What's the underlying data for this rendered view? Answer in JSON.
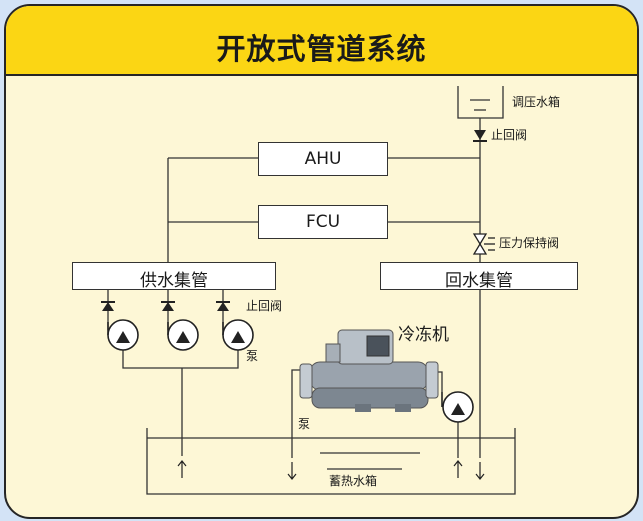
{
  "title": "开放式管道系统",
  "labels": {
    "tank_top": "调压水箱",
    "check_valve_top": "止回阀",
    "ahu": "AHU",
    "fcu": "FCU",
    "pressure_valve": "压力保持阀",
    "supply_header": "供水集管",
    "return_header": "回水集管",
    "check_valve_pumps": "止回阀",
    "pump_left": "泵",
    "chiller": "冷冻机",
    "pump_tank": "泵",
    "storage_tank": "蓄热水箱"
  },
  "colors": {
    "background": "#d3e3f6",
    "panel": "#fdf7d6",
    "title_bar": "#fbd614",
    "line": "#333333"
  },
  "icons": [
    "pump-icon",
    "check-valve-icon",
    "pressure-valve-icon",
    "chiller-unit-icon",
    "arrow-up-icon",
    "arrow-down-icon"
  ]
}
